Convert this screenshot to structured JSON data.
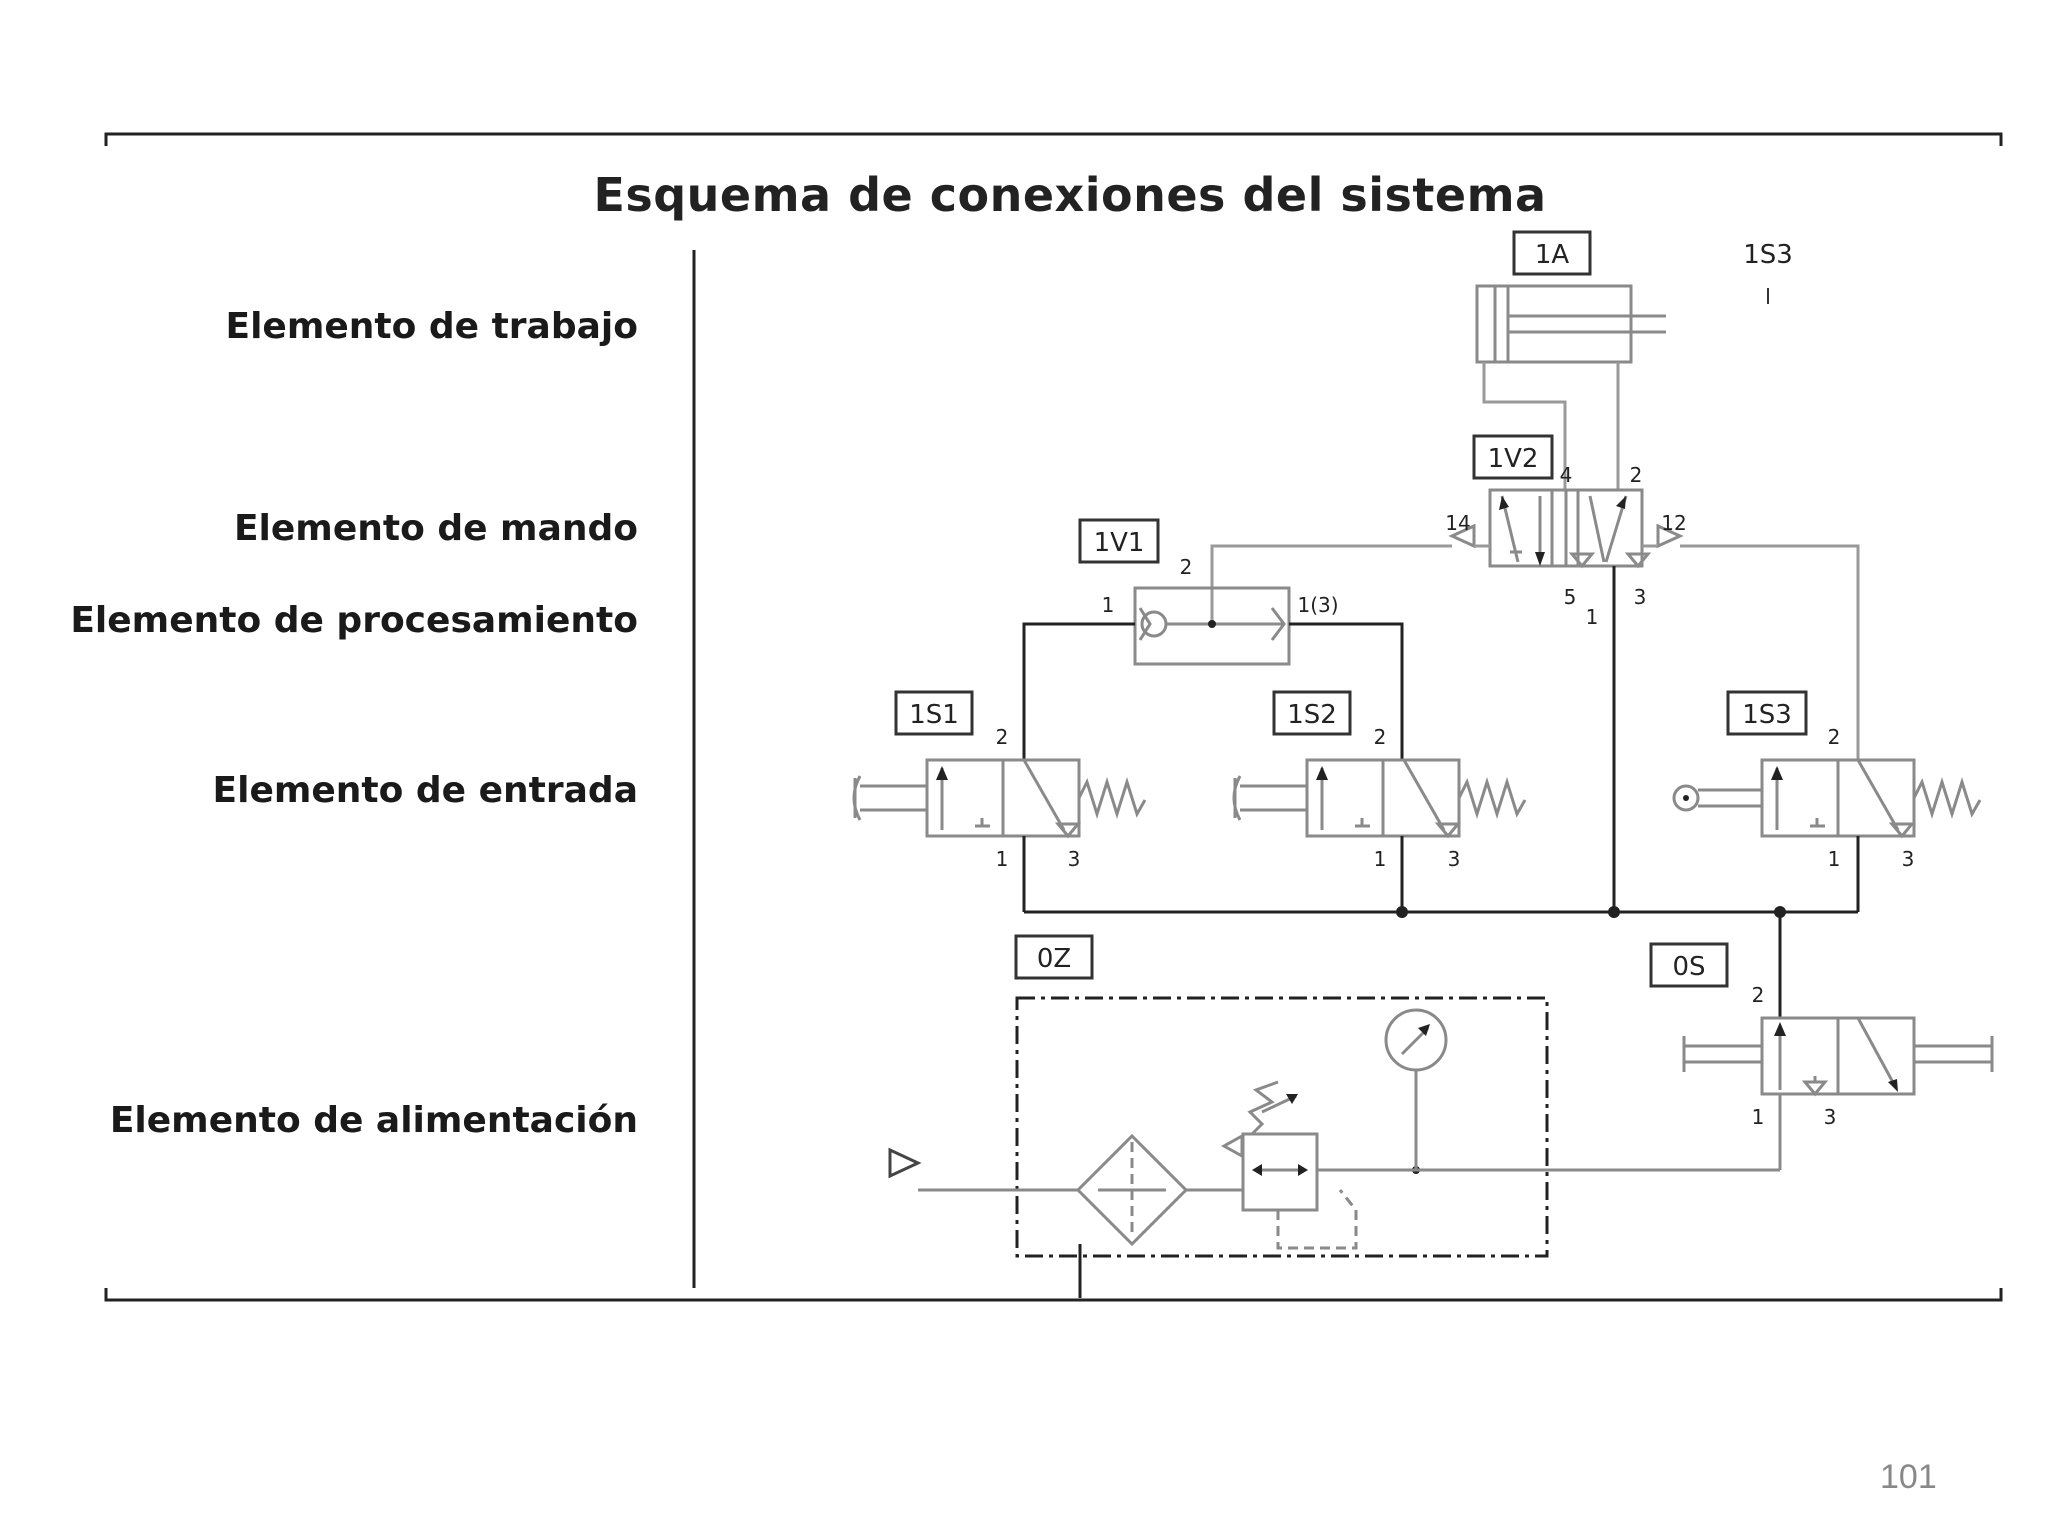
{
  "title": "Esquema de conexiones del sistema",
  "row_labels": [
    "Elemento de trabajo",
    "Elemento de mando",
    "Elemento de procesamiento",
    "Elemento de entrada",
    "Elemento de alimentación"
  ],
  "components": {
    "cylinder": "1A",
    "limit_marker": "1S3",
    "main_valve": "1V2",
    "or_valve": "1V1",
    "input_1": "1S1",
    "input_2": "1S2",
    "input_3": "1S3",
    "start_valve": "0S",
    "service_unit": "0Z"
  },
  "ports": {
    "v2_4": "4",
    "v2_2": "2",
    "v2_14": "14",
    "v2_12": "12",
    "v2_5": "5",
    "v2_1": "1",
    "v2_3": "3",
    "v1_2": "2",
    "v1_1": "1",
    "v1_13": "1(3)",
    "s1_2": "2",
    "s1_1": "1",
    "s1_3": "3",
    "s2_2": "2",
    "s2_1": "1",
    "s2_3": "3",
    "s3_2": "2",
    "s3_1": "1",
    "s3_3": "3",
    "os_2": "2",
    "os_1": "1",
    "os_3": "3"
  },
  "page_number": "101",
  "colors": {
    "line": "#9a9a9a",
    "frame": "#222222",
    "text": "#1a1a1a"
  }
}
